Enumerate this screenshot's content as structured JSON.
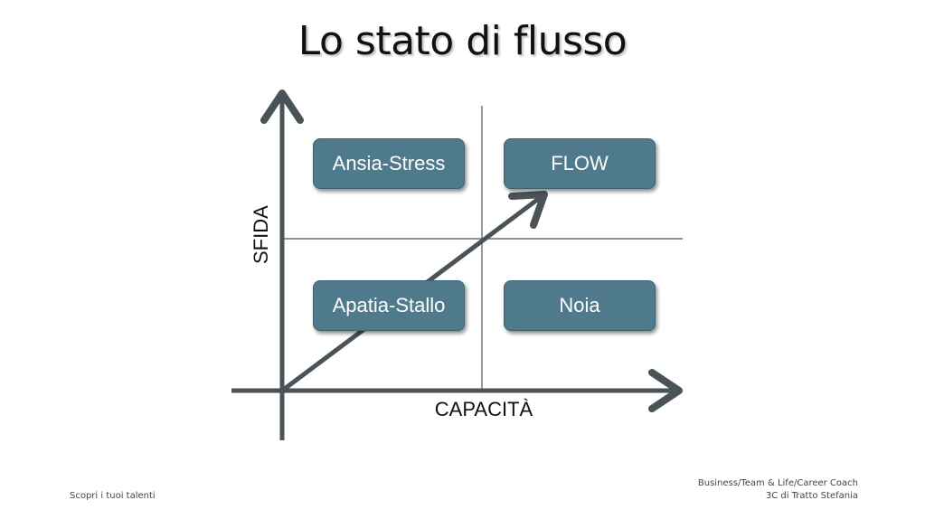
{
  "slide": {
    "title": "Lo stato di flusso"
  },
  "diagram": {
    "y_axis_label": "SFIDA",
    "x_axis_label": "CAPACITÀ",
    "quadrants": {
      "top_left": "Ansia-Stress",
      "top_right": "FLOW",
      "bottom_left": "Apatia-Stallo",
      "bottom_right": "Noia"
    },
    "colors": {
      "box_fill": "#4f7a8c",
      "axis": "#4a5358",
      "divider": "#555555"
    }
  },
  "footer": {
    "left": "Scopri i tuoi talenti",
    "right_line1": "Business/Team & Life/Career Coach",
    "right_line2": "3C di Tratto Stefania"
  }
}
